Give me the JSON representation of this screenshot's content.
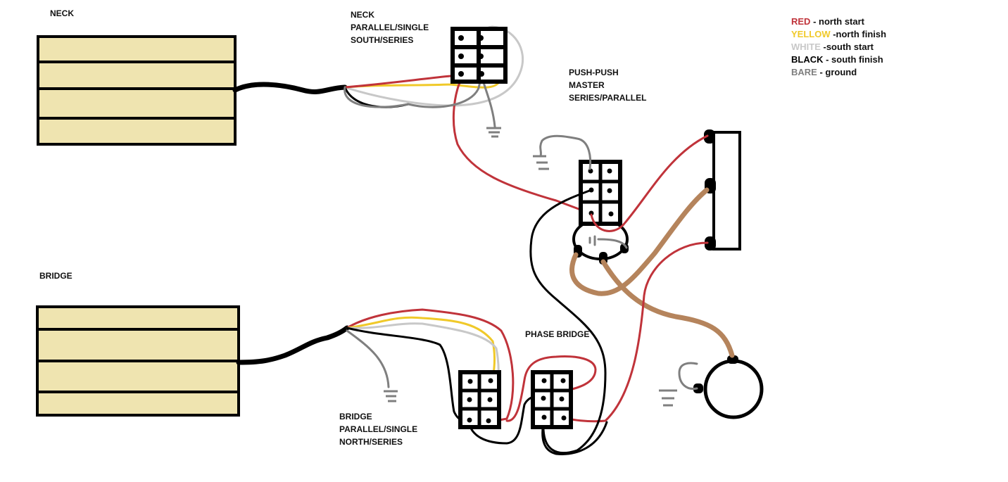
{
  "labels": {
    "neck": "NECK",
    "neck_switch": [
      "NECK",
      "PARALLEL/SINGLE",
      "SOUTH/SERIES"
    ],
    "push_push": [
      "PUSH-PUSH",
      "MASTER",
      "SERIES/PARALLEL"
    ],
    "bridge": "BRIDGE",
    "bridge_switch": [
      "BRIDGE",
      "PARALLEL/SINGLE",
      "NORTH/SERIES"
    ],
    "phase": "PHASE BRIDGE"
  },
  "legend": [
    {
      "color_name": "RED",
      "desc": " - north start",
      "color": "#c0333a"
    },
    {
      "color_name": "YELLOW",
      "desc": " -north finish",
      "color": "#f0c929"
    },
    {
      "color_name": "WHITE",
      "desc": " -south start",
      "color": "#c8c8c8"
    },
    {
      "color_name": "BLACK",
      "desc": " - south finish",
      "color": "#000000"
    },
    {
      "color_name": "BARE",
      "desc": " - ground",
      "color": "#7f7f7f"
    }
  ],
  "colors": {
    "pickup_fill": "#efe4b0",
    "shield_wire": "#b5845c"
  }
}
